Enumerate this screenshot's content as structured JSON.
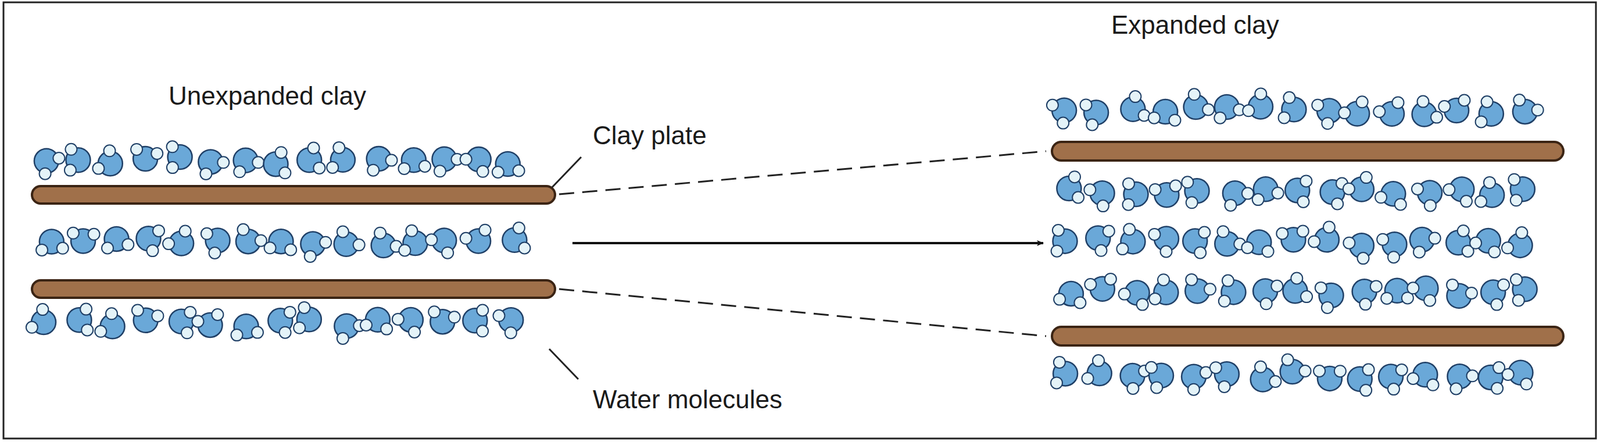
{
  "diagram": {
    "labels": [
      "Unexpanded clay",
      "Expanded clay",
      "Clay plate",
      "Water molecules"
    ]
  }
}
